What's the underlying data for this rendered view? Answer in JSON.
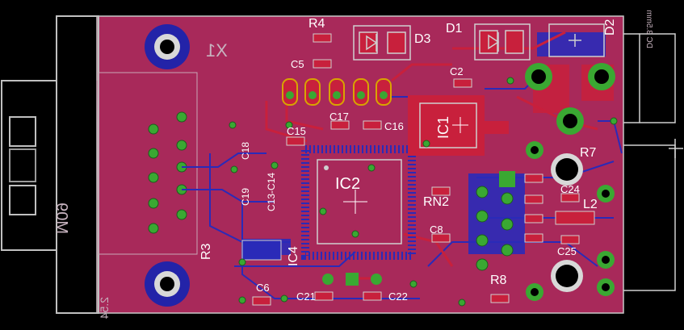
{
  "labels": {
    "r4": "R4",
    "d3": "D3",
    "d1": "D1",
    "d2": "D2",
    "c5": "C5",
    "c2": "C2",
    "c17": "C17",
    "c16": "C16",
    "c15": "C15",
    "ic1": "IC1",
    "ic2": "IC2",
    "ic4": "IC4",
    "r7": "R7",
    "c24": "C24",
    "l2": "L2",
    "c25": "C25",
    "r8": "R8",
    "rn2": "RN2",
    "c8": "C8",
    "c6": "C6",
    "c21": "C21",
    "c22": "C22",
    "r3": "R3",
    "c18": "C18",
    "c19": "C19",
    "c13c14": "C13-C14"
  },
  "silkscreen": {
    "x1": "X1",
    "connector": "M09",
    "pitch": "2.54",
    "dc_jack": "DC 3.5mm"
  },
  "colors": {
    "board": "#a8295a",
    "copper_bottom": "#2a2ab8",
    "copper_top": "#c8203c",
    "pad_green": "#3aa832",
    "silkscreen": "#bfbfbf",
    "background": "#000000"
  }
}
